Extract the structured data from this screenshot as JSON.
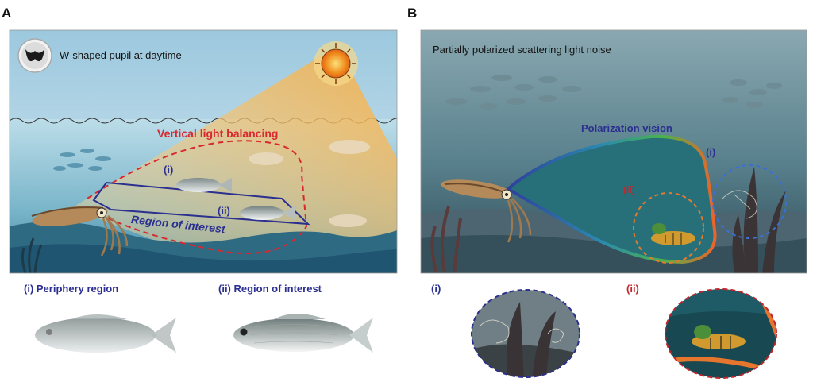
{
  "panelA": {
    "letter": "A",
    "pupil_caption": "W-shaped pupil at daytime",
    "light_balancing": "Vertical light balancing",
    "label_i": "(i)",
    "label_ii": "(ii)",
    "region_label": "Region of interest",
    "sub_i": "(i) Periphery region",
    "sub_ii": "(ii) Region of interest"
  },
  "panelB": {
    "letter": "B",
    "noise_caption": "Partially polarized scattering light noise",
    "polarization_label": "Polarization vision",
    "label_i": "(i)",
    "label_ii": "(ii)",
    "sub_i": "(i)",
    "sub_ii": "(ii)"
  },
  "colors": {
    "blue_text": "#2b2f8f",
    "red_text": "#c0262d",
    "water_top": "#7fb3cf",
    "sea_floor": "#3a6f86"
  }
}
